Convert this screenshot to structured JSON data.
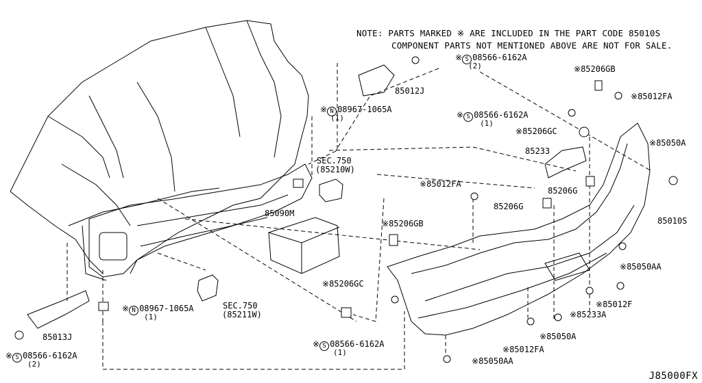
{
  "note": {
    "line1": "NOTE:  PARTS MARKED  ※  ARE INCLUDED IN THE PART CODE 85010S",
    "line2": "COMPONENT PARTS NOT MENTIONED ABOVE ARE NOT FOR SALE."
  },
  "labels": {
    "p08566_top": "08566-6162A",
    "p08566_top_qty": "(2)",
    "p85012J": "85012J",
    "p08967_top": "08967-1065A",
    "p08967_top_qty": "(1)",
    "sec750_top": "SEC.750",
    "sec750_top_sub": "(85210W)",
    "p85090M": "85090M",
    "p85206GB_top": "85206GB",
    "p85012FA_tr": "85012FA",
    "p08566_mid": "08566-6162A",
    "p08566_mid_qty": "(1)",
    "p85206GC_tr": "85206GC",
    "p85050A_r": "85050A",
    "p85233": "85233",
    "p85012FA_c": "85012FA",
    "p85206G_a": "85206G",
    "p85206G_b": "85206G",
    "p85010S": "85010S",
    "p85206GB_l": "85206GB",
    "p85050AA_r": "85050AA",
    "p85206GC_b": "85206GC",
    "p85012F": "85012F",
    "p85233A": "85233A",
    "p85050A_b": "85050A",
    "p85012FA_b": "85012FA",
    "p85050AA_b": "85050AA",
    "p08567_b": "08566-6162A",
    "p08567_b_qty": "(1)",
    "p08967_bot": "08967-1065A",
    "p08967_bot_qty": "(1)",
    "sec750_bot": "SEC.750",
    "sec750_bot_sub": "(85211W)",
    "p85013J": "85013J",
    "p08566_bl": "08566-6162A",
    "p08566_bl_qty": "(2)"
  },
  "symbols": {
    "star": "※",
    "s": "S",
    "n": "N"
  },
  "diagram_id": "J85000FX"
}
